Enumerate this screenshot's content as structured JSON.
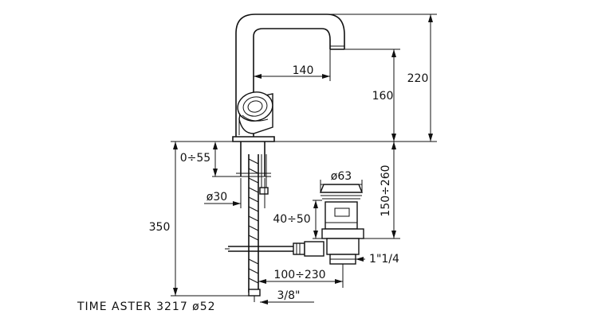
{
  "drawing": {
    "caption": "TIME ASTER 3217 ø52",
    "dimensions": {
      "spout_reach": "140",
      "total_height": "220",
      "spout_height": "160",
      "deck_thickness": "0÷55",
      "hole_diameter": "ø30",
      "below_deck": "350",
      "waste_cap_diameter": "ø63",
      "waste_adjust": "40÷50",
      "waste_depth": "150÷260",
      "waste_thread": "1\"1/4",
      "rod_length": "100÷230",
      "supply_thread": "3/8\""
    }
  }
}
